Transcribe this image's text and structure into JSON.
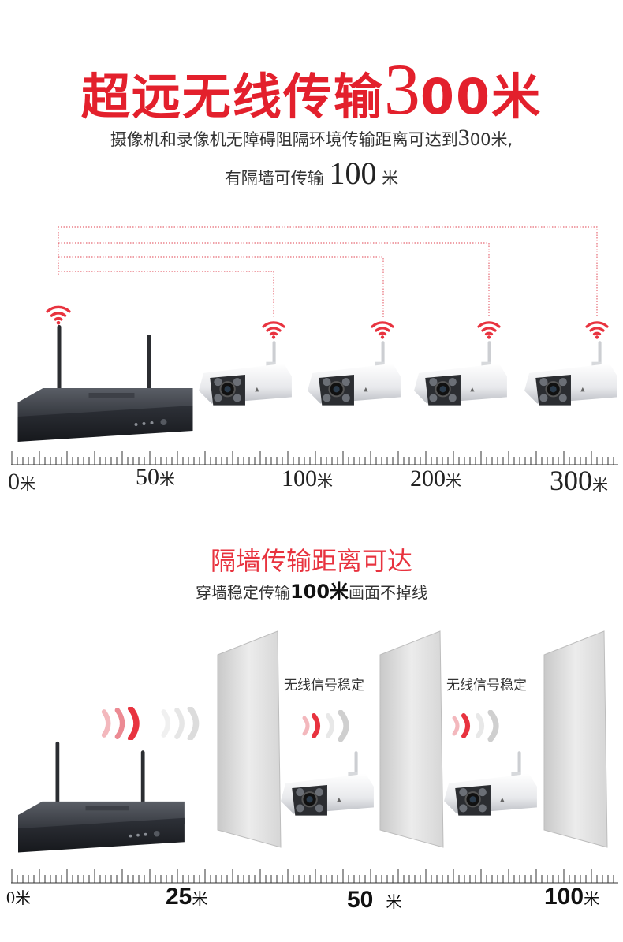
{
  "header": {
    "title_text": "超远无线传输",
    "title_digit": "3",
    "title_rest": "00米",
    "line1_text": "摄像机和录像机无障碍阻隔环境传输距离可达到",
    "line1_digit": "3",
    "line1_rest": "00米,",
    "line2_text": "有隔墙可传输",
    "line2_num": "100",
    "line2_unit": "米"
  },
  "ruler1": {
    "marks": [
      {
        "num": "0",
        "unit": "米"
      },
      {
        "num": "50",
        "unit": "米"
      },
      {
        "num": "100",
        "unit": "米"
      },
      {
        "num": "200",
        "unit": "米"
      },
      {
        "num": "300",
        "unit": "米"
      }
    ]
  },
  "section2": {
    "heading": "隔墙传输距离可达",
    "sub_prefix": "穿墙稳定传输",
    "sub_bold": "100米",
    "sub_suffix": "画面不掉线",
    "wall_labels": [
      "无线信号稳定",
      "无线信号稳定"
    ]
  },
  "ruler2": {
    "marks": [
      {
        "num": "0",
        "unit": "米"
      },
      {
        "num": "25",
        "unit": "米"
      },
      {
        "num": "50",
        "unit": "米"
      },
      {
        "num": "100",
        "unit": "米"
      }
    ]
  },
  "colors": {
    "accent": "#e3202c",
    "signal": "#e8333f",
    "dotted_line": "#e66a74"
  }
}
